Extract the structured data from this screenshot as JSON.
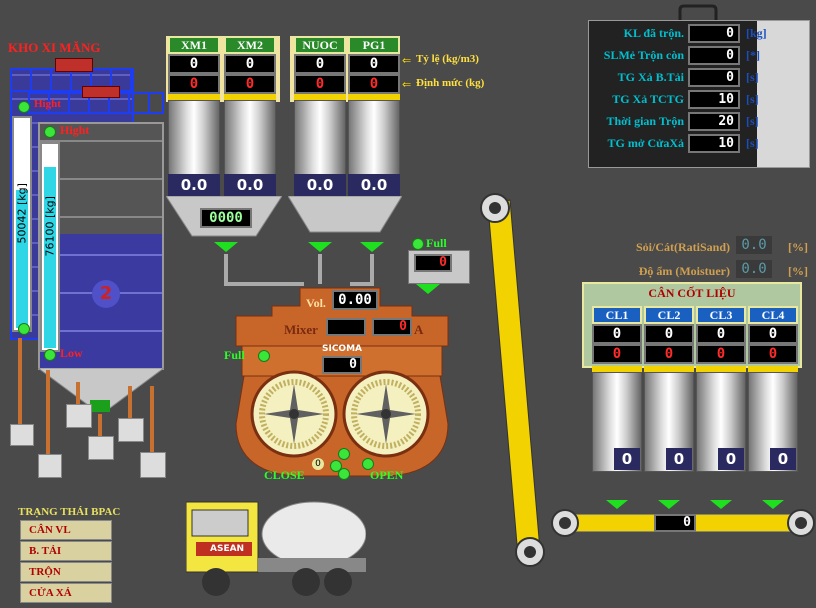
{
  "cement_store": {
    "title": "KHO XI MĂNG",
    "silo1_weight": "50042 [kg]",
    "silo2_weight": "76100 [kg]",
    "silo_number": "2",
    "high_label": "Hight",
    "high_label2": "Hight",
    "low_label": "Low"
  },
  "additive_bins": [
    {
      "label": "XM1",
      "ratio": "0",
      "norm": "0",
      "weight": "0.0"
    },
    {
      "label": "XM2",
      "ratio": "0",
      "norm": "0",
      "weight": "0.0"
    },
    {
      "label": "NUOC",
      "ratio": "0",
      "norm": "0",
      "weight": "0.0"
    },
    {
      "label": "PG1",
      "ratio": "0",
      "norm": "0",
      "weight": "0.0"
    }
  ],
  "legend": {
    "ratio": "Tỷ lệ (kg/m3)",
    "norm": "Định mức (kg)"
  },
  "cement_scale_display": "0000",
  "full_hopper": {
    "label": "Full",
    "value": "0"
  },
  "mixer": {
    "vol_label": "Vol.",
    "vol_value": "0.00",
    "mixer_label": "Mixer",
    "amp_value": "0",
    "amp_unit": "A",
    "brand": "SICOMA",
    "count": "0",
    "full_label": "Full",
    "close_label": "CLOSE",
    "open_label": "OPEN",
    "gate_value": "0"
  },
  "info_panel": {
    "rows": [
      {
        "label": "KL đã trộn.",
        "value": "0",
        "unit": "[kg]"
      },
      {
        "label": "SLMẻ Trộn còn",
        "value": "0",
        "unit": "[*]"
      },
      {
        "label": "TG Xả B.Tải",
        "value": "0",
        "unit": "[s]"
      },
      {
        "label": "TG Xả TCTG",
        "value": "10",
        "unit": "[s]"
      },
      {
        "label": "Thời gian Trộn",
        "value": "20",
        "unit": "[s]"
      },
      {
        "label": "TG mở CửaXả",
        "value": "10",
        "unit": "[s]"
      }
    ]
  },
  "sand": {
    "ratio_label": "Sỏi/Cát(RatiSand)",
    "ratio_value": "0.0",
    "ratio_unit": "[%]",
    "moist_label": "Độ ẩm (Moistuer)",
    "moist_value": "0.0",
    "moist_unit": "[%]"
  },
  "aggregate": {
    "title": "CÂN CỐT LIỆU",
    "bins": [
      {
        "label": "CL1",
        "ratio": "0",
        "norm": "0",
        "weight": "0"
      },
      {
        "label": "CL2",
        "ratio": "0",
        "norm": "0",
        "weight": "0"
      },
      {
        "label": "CL3",
        "ratio": "0",
        "norm": "0",
        "weight": "0"
      },
      {
        "label": "CL4",
        "ratio": "0",
        "norm": "0",
        "weight": "0"
      }
    ],
    "conveyor_value": "0"
  },
  "status": {
    "title": "TRẠNG THÁI BPAC",
    "items": [
      "CÂN VL",
      "B. TẢI",
      "TRỘN",
      "CỬA XẢ"
    ]
  },
  "truck": {
    "brand": "ASEAN"
  },
  "colors": {
    "background": "#4a4a4a",
    "led_green": "#39e639",
    "lcd_red": "#ff2b2b",
    "conveyor_yellow": "#f2d200"
  }
}
